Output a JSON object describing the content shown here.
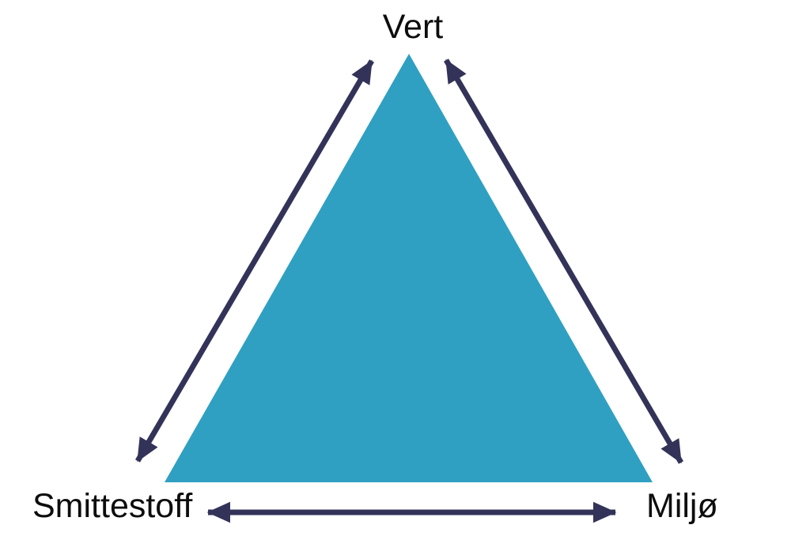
{
  "diagram": {
    "type": "epidemiologic-triangle",
    "labels": {
      "top": "Vert",
      "bottom_left": "Smittestoff",
      "bottom_right": "Miljø"
    },
    "colors": {
      "triangle_fill": "#2FA0C2",
      "arrow": "#333359",
      "label_text": "#0d0d0d",
      "background": "#ffffff"
    },
    "relations": [
      "Vert ↔ Smittestoff",
      "Vert ↔ Miljø",
      "Smittestoff ↔ Miljø"
    ]
  }
}
